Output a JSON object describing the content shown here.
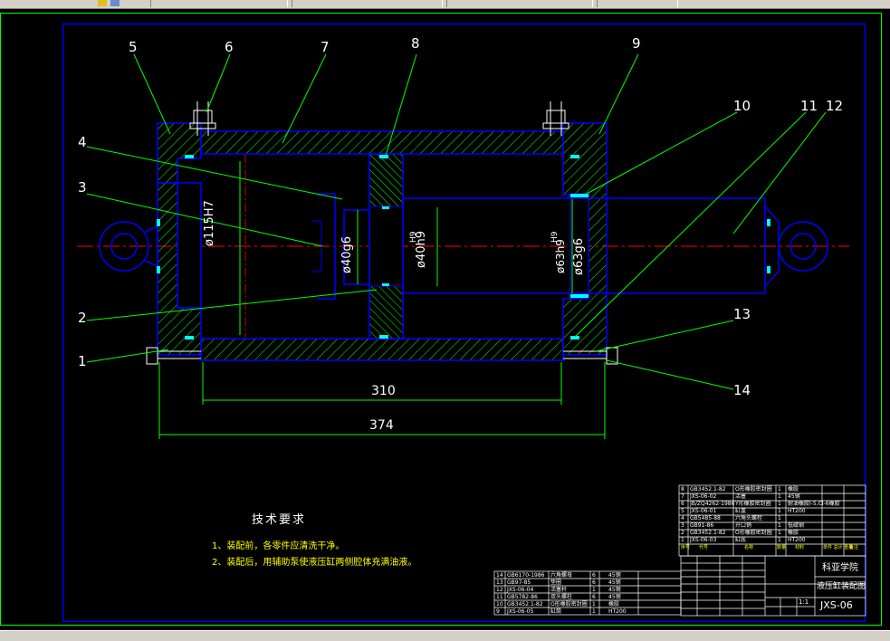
{
  "callouts": [
    "1",
    "2",
    "3",
    "4",
    "5",
    "6",
    "7",
    "8",
    "9",
    "10",
    "11",
    "12",
    "13",
    "14"
  ],
  "dimensions": {
    "d115": "ø115H7",
    "d40": "ø40g6",
    "d40h9": "ø40h9",
    "d40H9": "H9",
    "d63": "ø63g6",
    "d63H9": "ø63h9",
    "H9b": "H9",
    "len310": "310",
    "len374": "374"
  },
  "notes": {
    "title": "技术要求",
    "line1": "1、装配前，各零件应清洗干净。",
    "line2": "2、装配后，用辅助泵使液压缸两侧腔体充满油液。"
  },
  "bom_upper": [
    {
      "no": "8",
      "code": "GB3452.1-82",
      "name": "O形橡胶密封圈",
      "qty": "1",
      "mat": "橡胶"
    },
    {
      "no": "7",
      "code": "JXS-06-02",
      "name": "活塞",
      "qty": "1",
      "mat": "45钢"
    },
    {
      "no": "6",
      "code": "JB/ZQ4262-1986",
      "name": "Y形橡胶密封圈",
      "qty": "1",
      "mat": "耐油橡胶I-5,CI-6橡胶"
    },
    {
      "no": "5",
      "code": "JXS-06-01",
      "name": "缸盖",
      "qty": "1",
      "mat": "HT200"
    },
    {
      "no": "4",
      "code": "GB5485-88",
      "name": "六角头螺栓",
      "qty": "1",
      "mat": ""
    },
    {
      "no": "3",
      "code": "GB91-86",
      "name": "开口销",
      "qty": "1",
      "mat": "低碳钢"
    },
    {
      "no": "2",
      "code": "GB3452.1-82",
      "name": "O形橡胶密封圈",
      "qty": "1",
      "mat": "橡胶"
    },
    {
      "no": "1",
      "code": "JXS-06-03",
      "name": "缸底",
      "qty": "1",
      "mat": "HT200"
    }
  ],
  "bom_upper_header": {
    "no": "序号",
    "code": "代号",
    "name": "名称",
    "qty": "数量",
    "mat": "材料",
    "weight": "单件 总计 重量",
    "remark": "备注"
  },
  "bom_lower": [
    {
      "no": "14",
      "code": "GB6170-1986",
      "name": "六角螺母",
      "qty": "6",
      "mat": "45钢"
    },
    {
      "no": "13",
      "code": "GB97-85",
      "name": "垫圈",
      "qty": "6",
      "mat": "45钢"
    },
    {
      "no": "12",
      "code": "JXS-06-04",
      "name": "活塞杆",
      "qty": "1",
      "mat": "45钢"
    },
    {
      "no": "11",
      "code": "GB5782-86",
      "name": "双头螺柱",
      "qty": "6",
      "mat": "45钢"
    },
    {
      "no": "10",
      "code": "GB3452.1-82",
      "name": "O形橡胶密封圈",
      "qty": "1",
      "mat": "橡胶"
    },
    {
      "no": "9",
      "code": "JXS-06-05",
      "name": "缸筒",
      "qty": "1",
      "mat": "HT200"
    }
  ],
  "title_block": {
    "school": "科亚学院",
    "drawing": "液压缸装配图",
    "code": "JXS-06",
    "scale": "1:1"
  },
  "colors": {
    "frame": "#00ff00",
    "inner_frame": "#0000ff",
    "outline": "#0000ff",
    "centerline": "#ff0000",
    "hatch": "#00ff00",
    "seal": "#00ffff",
    "text": "#ffffff",
    "notes": "#ffff00"
  }
}
